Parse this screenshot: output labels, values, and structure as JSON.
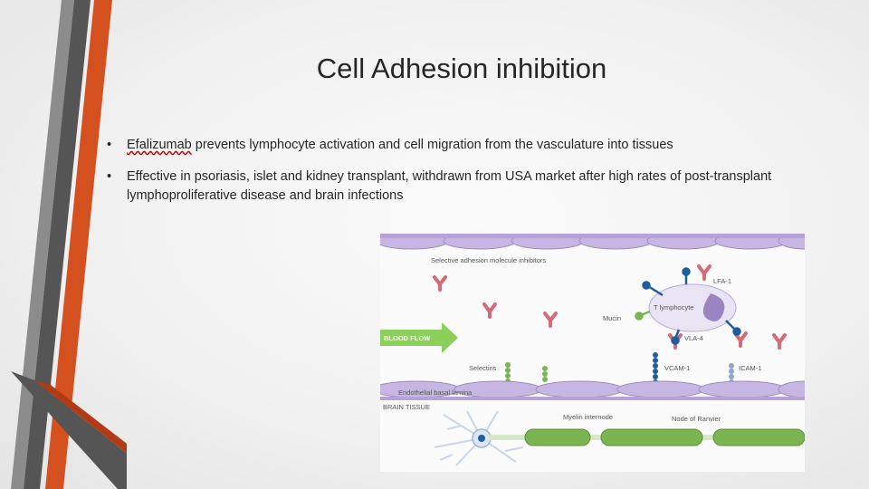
{
  "slide": {
    "title": "Cell Adhesion inhibition",
    "bullets": [
      {
        "mark": "•",
        "term": "Efalizumab",
        "text": " prevents lymphocyte activation and cell migration from the vasculature into tissues"
      },
      {
        "mark": "•",
        "term": "",
        "text": "Effective in psoriasis, islet and kidney transplant, withdrawn from USA market after high rates of post-transplant lymphoproliferative disease and brain infections"
      }
    ]
  },
  "figure": {
    "labels": {
      "inhibitors": "Selective adhesion molecule inhibitors",
      "lfa1": "LFA-1",
      "t_lymphocyte": "T lymphocyte",
      "mucin": "Mucin",
      "blood_flow": "BLOOD FLOW",
      "vla4": "VLA-4",
      "selectins": "Selectins",
      "vcam1": "VCAM-1",
      "icam1": "ICAM-1",
      "basal_lamina": "Endothelial basal lamina",
      "brain_tissue": "BRAIN TISSUE",
      "myelin": "Myelin internode",
      "ranvier": "Node of Ranvier"
    }
  },
  "colors": {
    "accent_orange": "#d4501f",
    "accent_dark": "#555555",
    "membrane": "#c8b6e2",
    "blood_flow_arrow": "#8ccf5a",
    "antibody": "#d36b78",
    "receptor_blue": "#1f5d9c",
    "myelin_green": "#7bb552"
  }
}
